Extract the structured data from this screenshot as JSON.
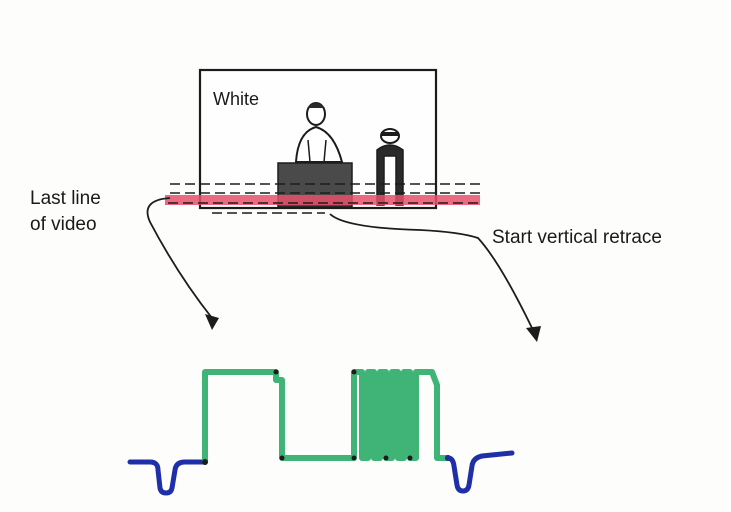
{
  "screen": {
    "label": "White"
  },
  "annotations": {
    "last_line_1": "Last line",
    "last_line_2": "of video",
    "start_vertical_retrace": "Start vertical retrace"
  },
  "colors": {
    "scanline_highlight": "#e8506a",
    "video_signal": "#2fae6a",
    "sync_pulse": "#1f2fa8",
    "outline": "#1c1c1c"
  }
}
